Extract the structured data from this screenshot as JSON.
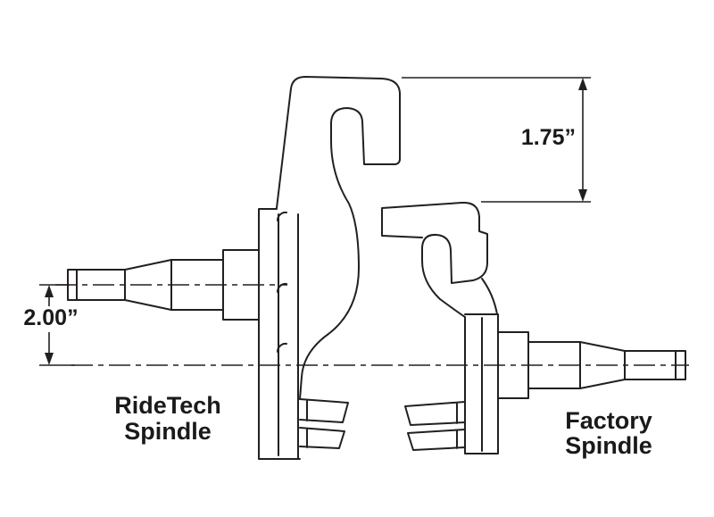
{
  "diagram": {
    "type": "technical-line-drawing",
    "subject": "spindle height comparison",
    "background_color": "#ffffff",
    "line_color": "#231f20",
    "dimensions": {
      "arm_height_difference": "1.75”",
      "spindle_drop": "2.00”"
    },
    "labels": {
      "left": {
        "line1": "RideTech",
        "line2": "Spindle"
      },
      "right": {
        "line1": "Factory",
        "line2": "Spindle"
      }
    }
  }
}
